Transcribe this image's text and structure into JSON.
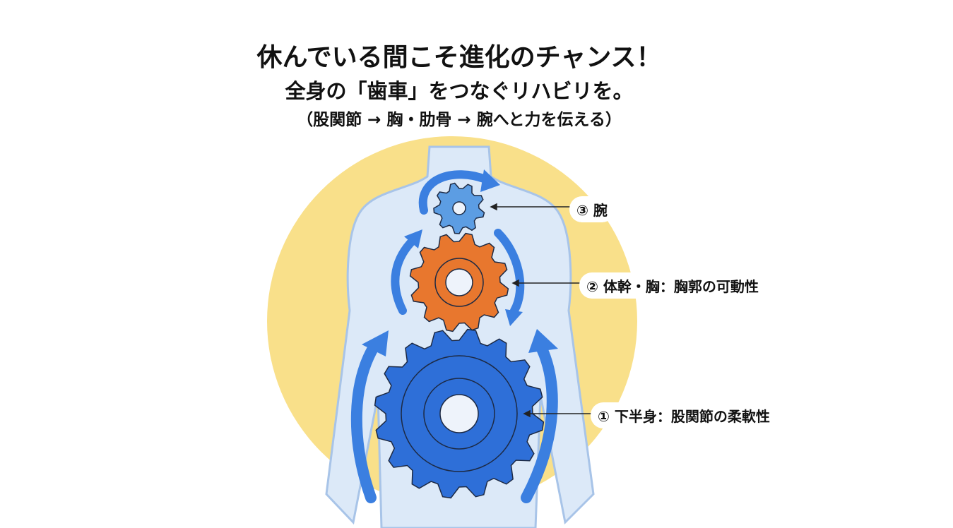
{
  "title": {
    "line1": "休んでいる間こそ進化のチャンス！",
    "line2": "全身の「歯車」をつなぐリハビリを。",
    "line3": "（股関節 → 胸・肋骨 → 腕へと力を伝える）"
  },
  "labels": {
    "arm": "③ 腕",
    "trunk": "② 体幹・胸：胸郭の可動性",
    "lower": "① 下半身：股関節の柔軟性"
  },
  "colors": {
    "yellow": "#f9e08a",
    "body": "#dce9f8",
    "body_stroke": "#a8c4e8",
    "gear_small": "#5c9de3",
    "gear_mid": "#e8772e",
    "gear_big": "#2e6fd8",
    "arrow": "#3b7fe0"
  }
}
